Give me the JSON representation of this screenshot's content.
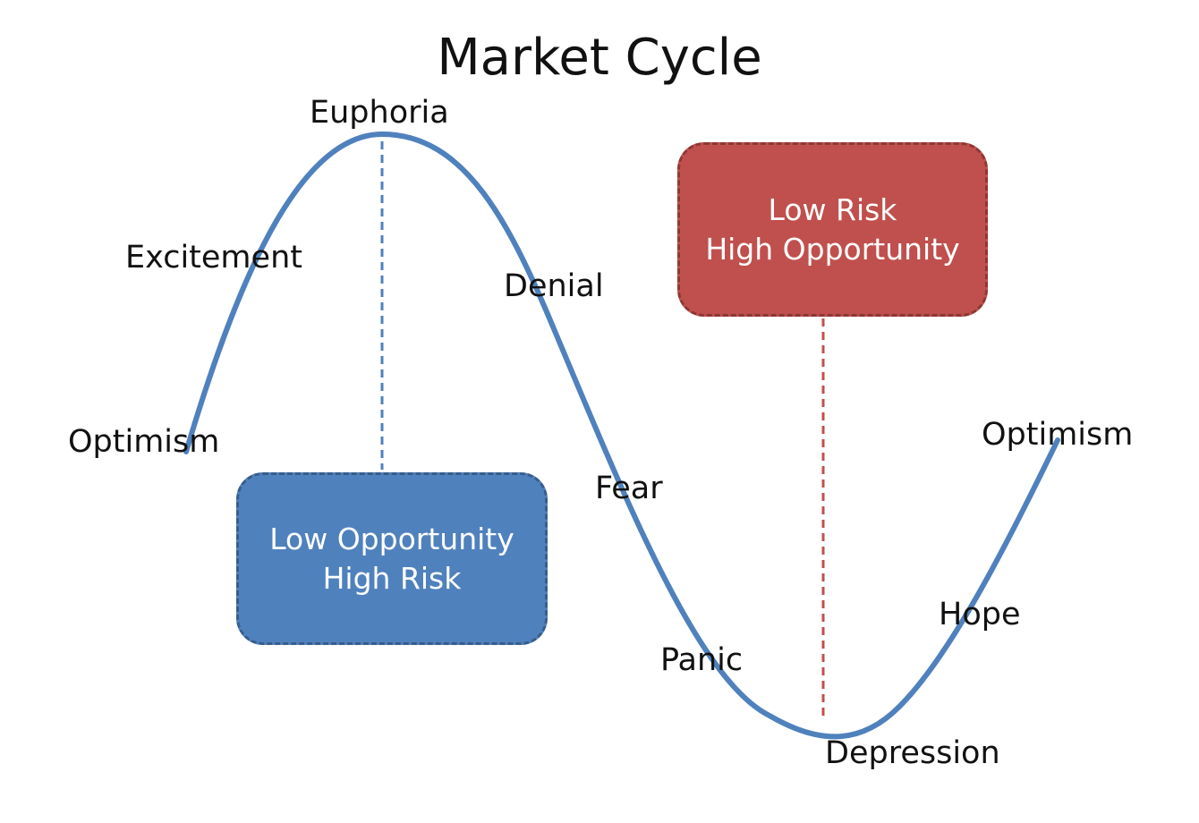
{
  "title": "Market Cycle",
  "stages": {
    "optimism_start": "Optimism",
    "excitement": "Excitement",
    "euphoria": "Euphoria",
    "denial": "Denial",
    "fear": "Fear",
    "panic": "Panic",
    "depression": "Depression",
    "hope": "Hope",
    "optimism_end": "Optimism"
  },
  "boxes": {
    "low_opportunity": {
      "line1": "Low Opportunity",
      "line2": "High Risk",
      "fill_color": "#4f81bd",
      "border_color": "#385d8a"
    },
    "low_risk": {
      "line1": "Low Risk",
      "line2": "High Opportunity",
      "fill_color": "#c0504d",
      "border_color": "#8c3836"
    }
  },
  "colors": {
    "curve": "#4f81bd",
    "peak_marker": "#4f81bd",
    "trough_marker": "#c0504d",
    "text": "#111111"
  }
}
